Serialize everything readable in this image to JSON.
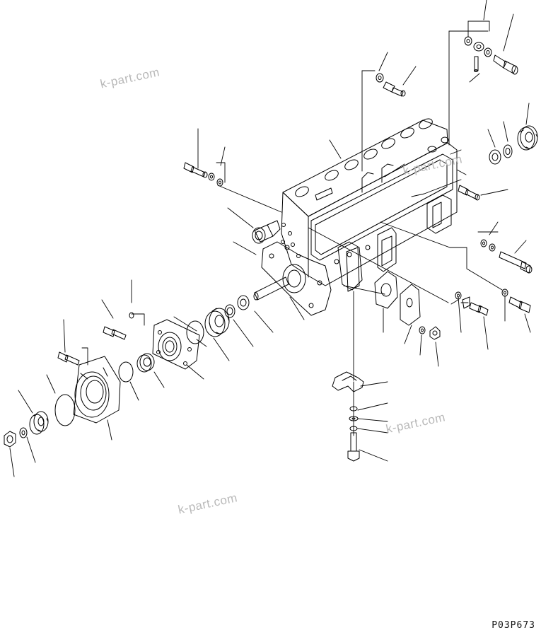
{
  "diagram": {
    "drawing_code": "P03P673",
    "watermarks": [
      "k-part.com",
      "k-part.com",
      "k-part.com",
      "k-part.com"
    ],
    "line_color": "#000000",
    "watermark_color": "#b9b9b9"
  }
}
